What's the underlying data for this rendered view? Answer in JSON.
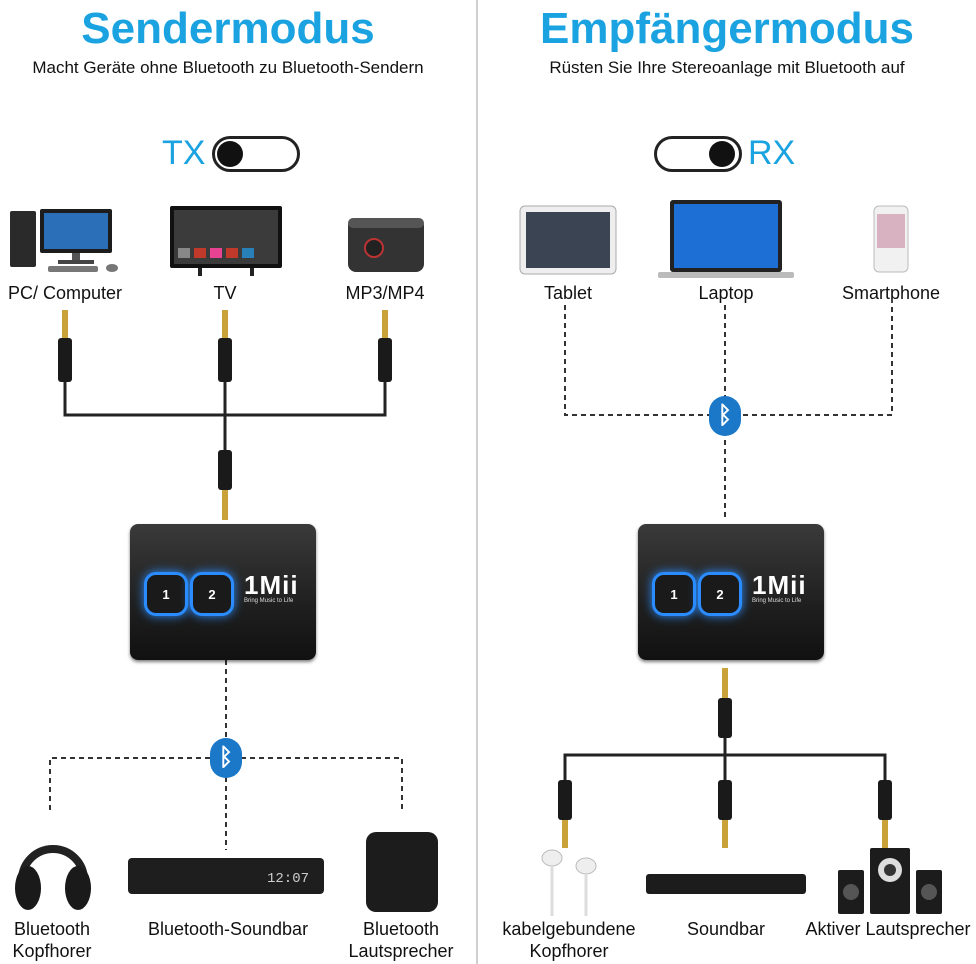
{
  "left": {
    "title": "Sendermodus",
    "subtitle": "Macht Geräte ohne Bluetooth zu Bluetooth-Sendern",
    "mode_label": "TX",
    "sources": [
      "PC/ Computer",
      "TV",
      "MP3/MP4"
    ],
    "targets": [
      [
        "Bluetooth",
        "Kopfhorer"
      ],
      [
        "Bluetooth-Soundbar"
      ],
      [
        "Bluetooth",
        "Lautsprecher"
      ]
    ],
    "soundbar_display": "12:07"
  },
  "right": {
    "title": "Empfängermodus",
    "subtitle": "Rüsten Sie Ihre Stereoanlage mit Bluetooth auf",
    "mode_label": "RX",
    "sources": [
      "Tablet",
      "Laptop",
      "Smartphone"
    ],
    "targets": [
      [
        "kabelgebundene",
        "Kopfhorer"
      ],
      [
        "Soundbar"
      ],
      [
        "Aktiver Lautsprecher"
      ]
    ]
  },
  "device": {
    "logo": "1Mii",
    "slogan": "Bring Music to Life",
    "button1": "1",
    "button2": "2",
    "bluetooth_symbol": "ᛒ"
  },
  "colors": {
    "accent": "#1aa3e0",
    "bluetooth": "#1b77c7",
    "led": "#2a8cff"
  }
}
